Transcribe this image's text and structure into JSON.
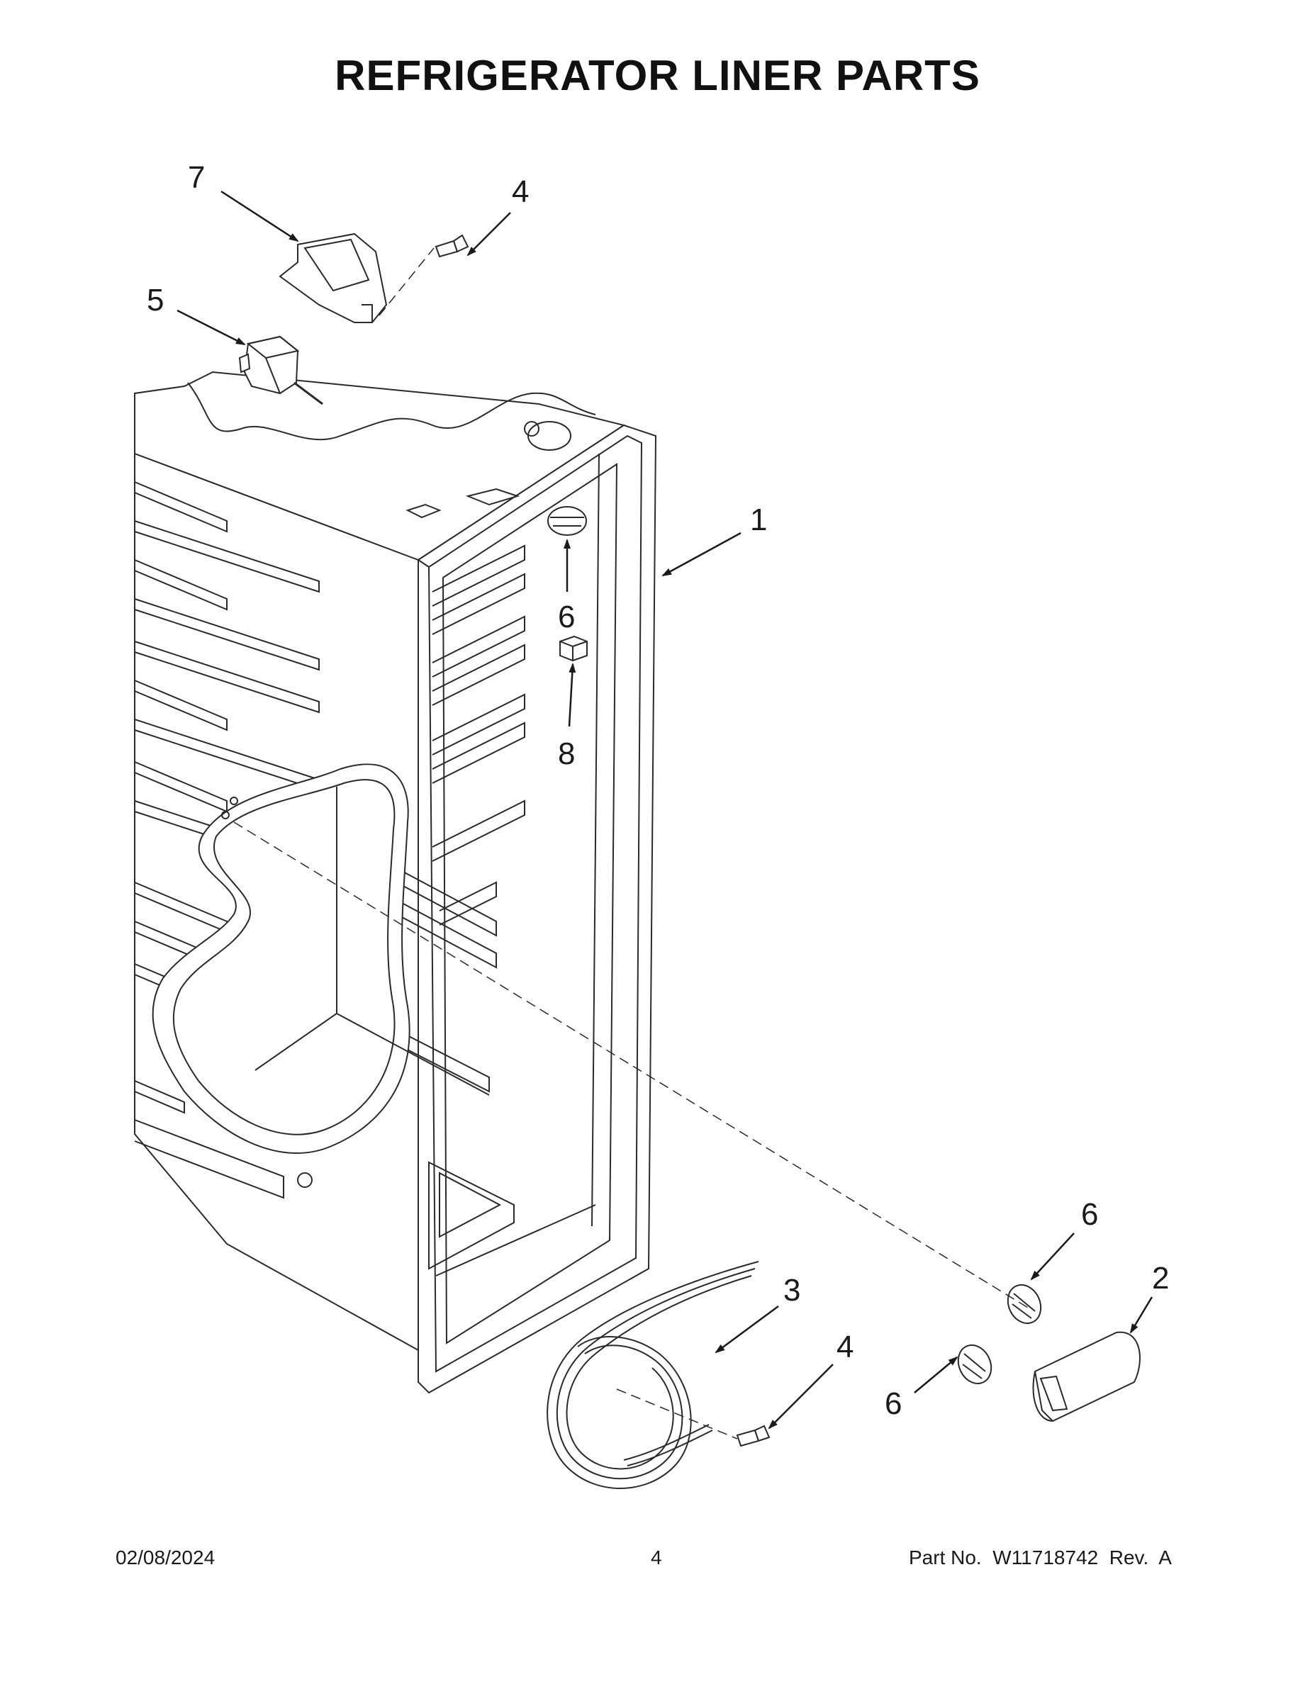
{
  "title": "REFRIGERATOR LINER PARTS",
  "callouts": [
    {
      "id": "c7",
      "label": "7"
    },
    {
      "id": "c4a",
      "label": "4"
    },
    {
      "id": "c5",
      "label": "5"
    },
    {
      "id": "c1",
      "label": "1"
    },
    {
      "id": "c6a",
      "label": "6"
    },
    {
      "id": "c8",
      "label": "8"
    },
    {
      "id": "c6b",
      "label": "6"
    },
    {
      "id": "c2",
      "label": "2"
    },
    {
      "id": "c3",
      "label": "3"
    },
    {
      "id": "c4b",
      "label": "4"
    },
    {
      "id": "c6c",
      "label": "6"
    }
  ],
  "footer": {
    "date": "02/08/2024",
    "page": "4",
    "part_number": "Part No.  W11718742  Rev.  A"
  },
  "colors": {
    "line": "#2a2a2a",
    "fill": "#ffffff",
    "text": "#1a1a1a"
  }
}
